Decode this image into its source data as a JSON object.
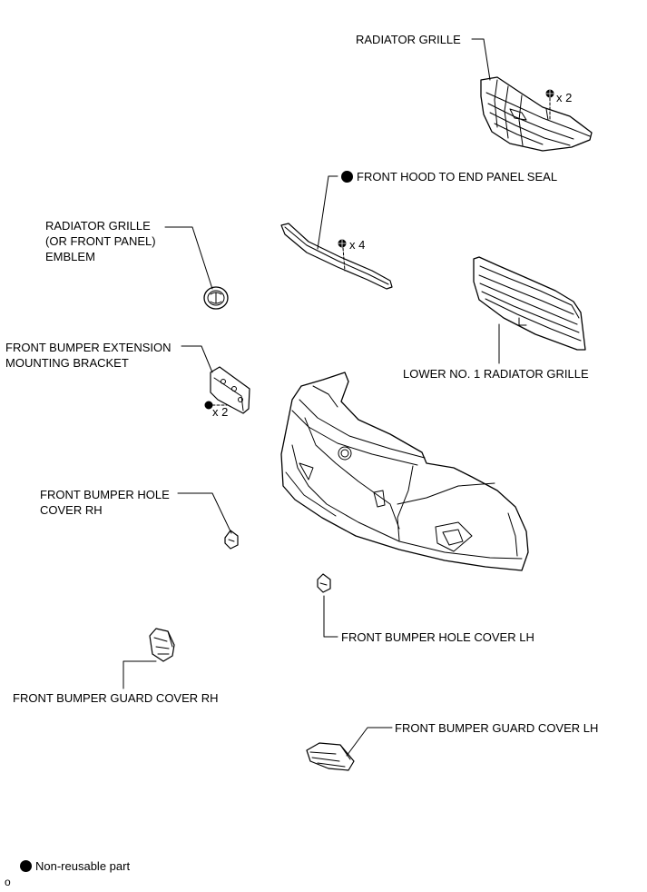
{
  "labels": {
    "radiator_grille": "RADIATOR GRILLE",
    "hood_seal": "FRONT HOOD TO END PANEL SEAL",
    "emblem_line1": "RADIATOR GRILLE",
    "emblem_line2": "(OR FRONT PANEL)",
    "emblem_line3": "EMBLEM",
    "bracket_line1": "FRONT BUMPER EXTENSION",
    "bracket_line2": "MOUNTING BRACKET",
    "lower_grille": "LOWER NO. 1 RADIATOR GRILLE",
    "hole_rh_line1": "FRONT BUMPER HOLE",
    "hole_rh_line2": "COVER RH",
    "hole_lh": "FRONT BUMPER HOLE COVER LH",
    "guard_rh": "FRONT BUMPER GUARD COVER RH",
    "guard_lh": "FRONT BUMPER GUARD COVER LH"
  },
  "quantities": {
    "grille_clips": "x 2",
    "seal_clips": "x 4",
    "bracket_bolts": "x 2"
  },
  "legend": {
    "non_reusable": "Non-reusable part"
  },
  "footer_code": "o",
  "colors": {
    "line": "#000000",
    "background": "#ffffff"
  }
}
